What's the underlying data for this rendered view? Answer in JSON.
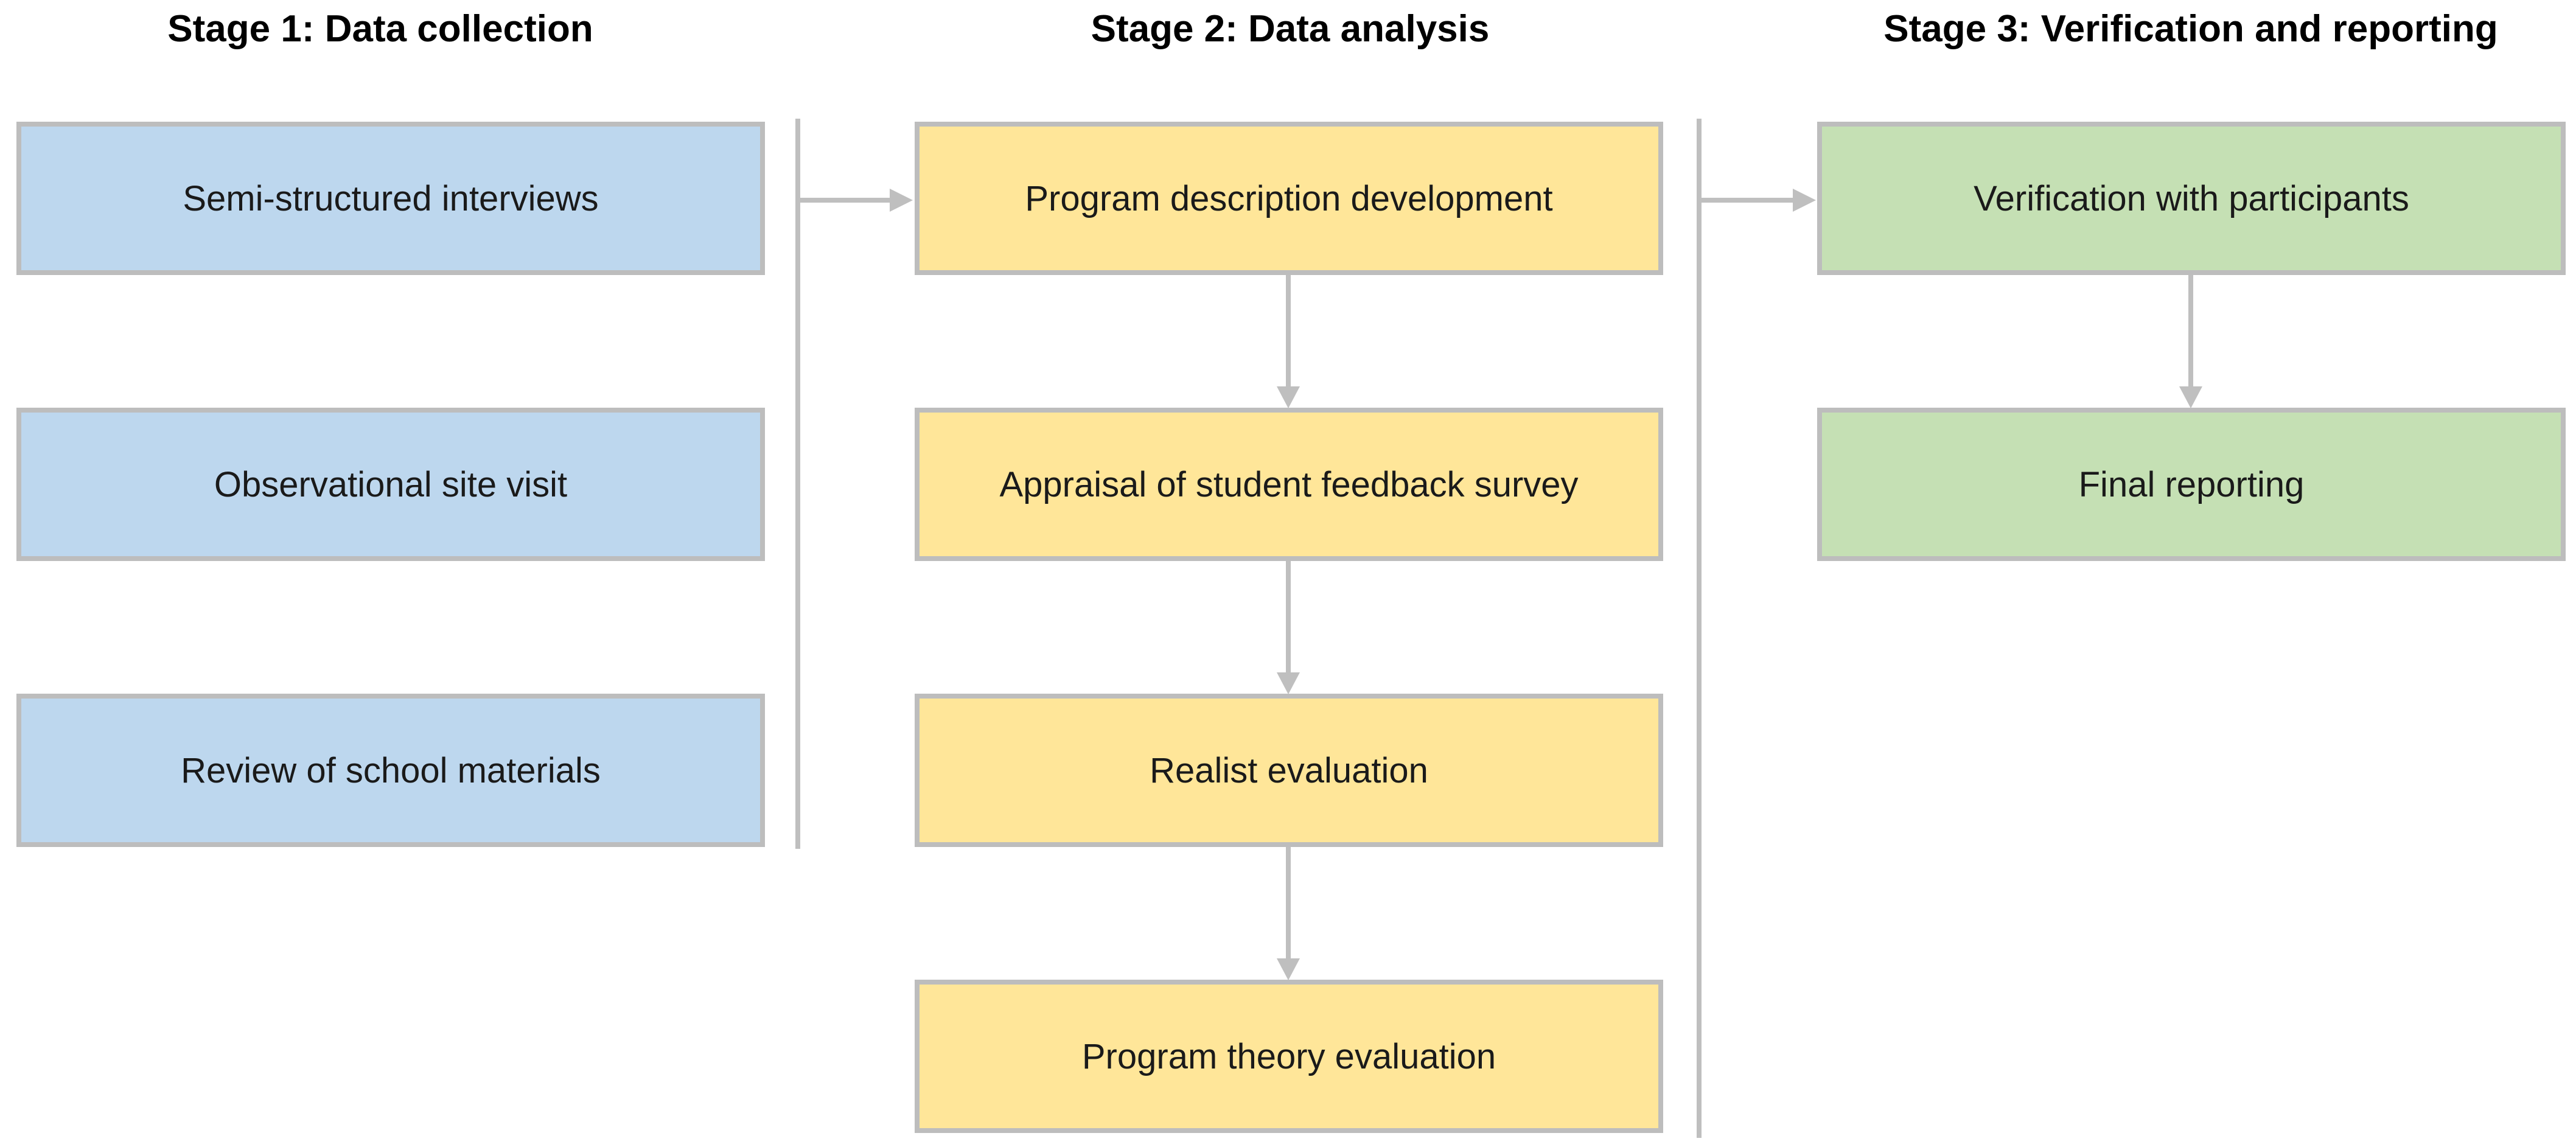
{
  "stages": [
    {
      "title": "Stage 1: Data collection"
    },
    {
      "title": "Stage 2: Data analysis"
    },
    {
      "title": "Stage 3: Verification and reporting"
    }
  ],
  "stage1": {
    "boxes": [
      "Semi-structured interviews",
      "Observational site visit",
      "Review of school materials"
    ]
  },
  "stage2": {
    "boxes": [
      "Program description development",
      "Appraisal of student feedback survey",
      "Realist evaluation",
      "Program theory evaluation"
    ]
  },
  "stage3": {
    "boxes": [
      "Verification with participants",
      "Final reporting"
    ]
  },
  "colors": {
    "stage1_fill": "#bdd7ee",
    "stage2_fill": "#ffe699",
    "stage3_fill": "#c5e0b4",
    "border": "#bdbdbd",
    "connector": "#bfbfbf"
  }
}
